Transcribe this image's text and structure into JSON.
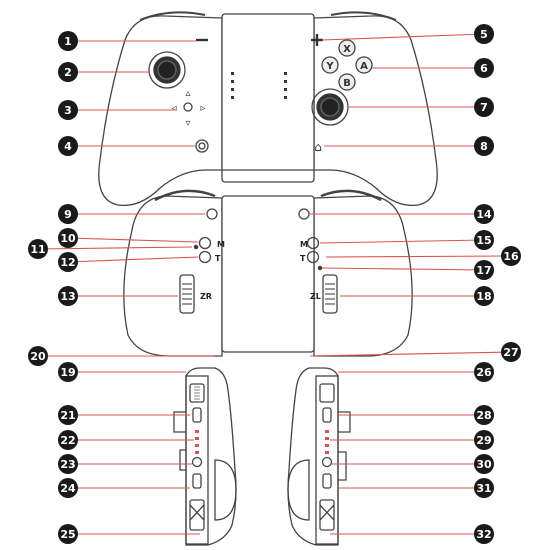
{
  "diagram": {
    "top_view_glyphs": {
      "minus": "−",
      "plus": "+",
      "face_x": "X",
      "face_y": "Y",
      "face_a": "A",
      "face_b": "B",
      "home": "⌂",
      "dpad_up": "▵",
      "dpad_down": "▿",
      "dpad_left": "◃",
      "dpad_right": "▹"
    },
    "back_view_labels": {
      "m_left": "M",
      "t_left": "T",
      "zr": "ZR",
      "m_right": "M",
      "t_right": "T",
      "zl": "ZL"
    },
    "callouts": [
      "1",
      "2",
      "3",
      "4",
      "5",
      "6",
      "7",
      "8",
      "9",
      "14",
      "10",
      "11",
      "12",
      "15",
      "16",
      "17",
      "13",
      "18",
      "20",
      "19",
      "27",
      "26",
      "21",
      "22",
      "23",
      "24",
      "25",
      "28",
      "29",
      "30",
      "31",
      "32"
    ],
    "colors": {
      "callout_fill": "#1a1a1a",
      "leader_line": "#d9534f",
      "outline": "#444444"
    }
  }
}
